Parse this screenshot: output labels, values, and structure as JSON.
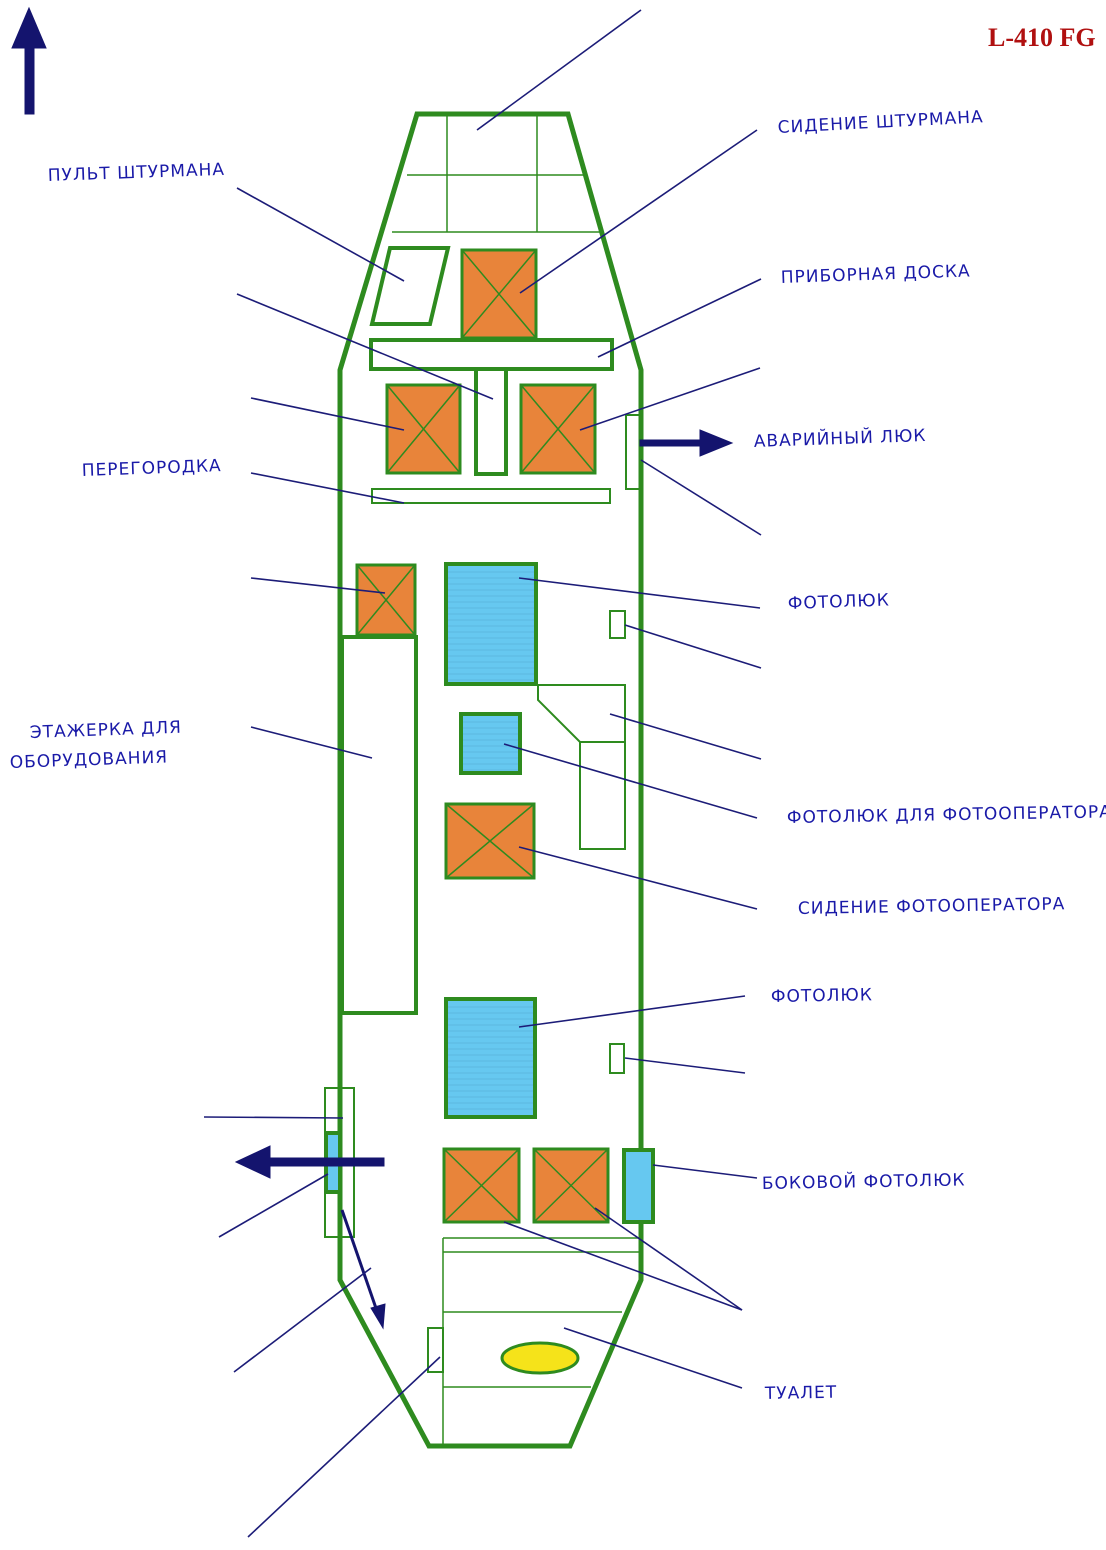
{
  "title": "L-410 FG",
  "labels": {
    "navigator_console": "ПУЛЬТ ШТУРМАНА",
    "navigator_seat": "СИДЕНИЕ ШТУРМАНА",
    "instrument_panel": "ПРИБОРНАЯ ДОСКА",
    "emergency_hatch": "АВАРИЙНЫЙ ЛЮК",
    "partition": "ПЕРЕГОРОДКА",
    "photo_hatch_1": "ФОТОЛЮК",
    "equipment_rack_line1": "ЭТАЖЕРКА ДЛЯ",
    "equipment_rack_line2": "ОБОРУДОВАНИЯ",
    "operator_photo_hatch": "ФОТОЛЮК ДЛЯ ФОТООПЕРАТОРА",
    "operator_seat": "СИДЕНИЕ ФОТООПЕРАТОРА",
    "photo_hatch_2": "ФОТОЛЮК",
    "side_photo_hatch": "БОКОВОЙ ФОТОЛЮК",
    "toilet": "ТУАЛЕТ"
  },
  "colors": {
    "fuselage_outline": "#2e8b1f",
    "seat_fill": "#e8843a",
    "hatch_fill": "#66c8f0",
    "toilet_bowl": "#f5e31a",
    "label_text": "#1a1aa8",
    "title_text": "#b01010",
    "arrow": "#14146e"
  },
  "icons": {
    "forward_direction": "up-arrow-icon",
    "emergency_exit": "right-arrow-icon",
    "entry_door_exit": "left-arrow-icon",
    "door_swing": "diagonal-arrow-icon"
  }
}
